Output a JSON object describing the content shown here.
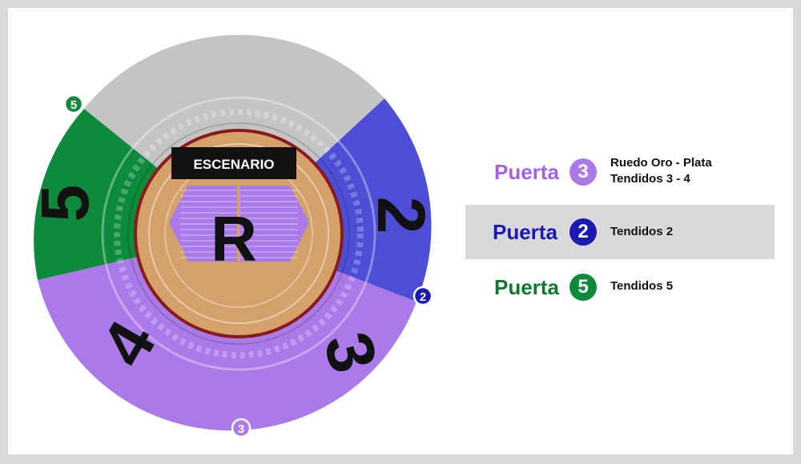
{
  "colors": {
    "purple": "#a97ae8",
    "purple_text": "#a560e8",
    "blue": "#4c4ed6",
    "blue_text": "#1a1ab0",
    "green": "#0d8a3c",
    "green_text": "#0a7a30",
    "gray": "#c4c4c4",
    "sand": "#d4a16a",
    "ring": "#8b1a1a",
    "stage": "#111111"
  },
  "map": {
    "stage_label": "ESCENARIO",
    "ring_label": "R",
    "sectors": [
      {
        "id": "sector-2",
        "label": "2"
      },
      {
        "id": "sector-3",
        "label": "3"
      },
      {
        "id": "sector-4",
        "label": "4"
      },
      {
        "id": "sector-5",
        "label": "5"
      }
    ],
    "gates": [
      {
        "id": "gate-5",
        "number": "5"
      },
      {
        "id": "gate-2",
        "number": "2"
      },
      {
        "id": "gate-3",
        "number": "3"
      }
    ]
  },
  "legend": [
    {
      "word": "Puerta",
      "number": "3",
      "lines": [
        "Ruedo Oro - Plata",
        "Tendidos 3 - 4"
      ],
      "color": "purple"
    },
    {
      "word": "Puerta",
      "number": "2",
      "lines": [
        "Tendidos 2"
      ],
      "color": "blue"
    },
    {
      "word": "Puerta",
      "number": "5",
      "lines": [
        "Tendidos 5"
      ],
      "color": "green"
    }
  ]
}
